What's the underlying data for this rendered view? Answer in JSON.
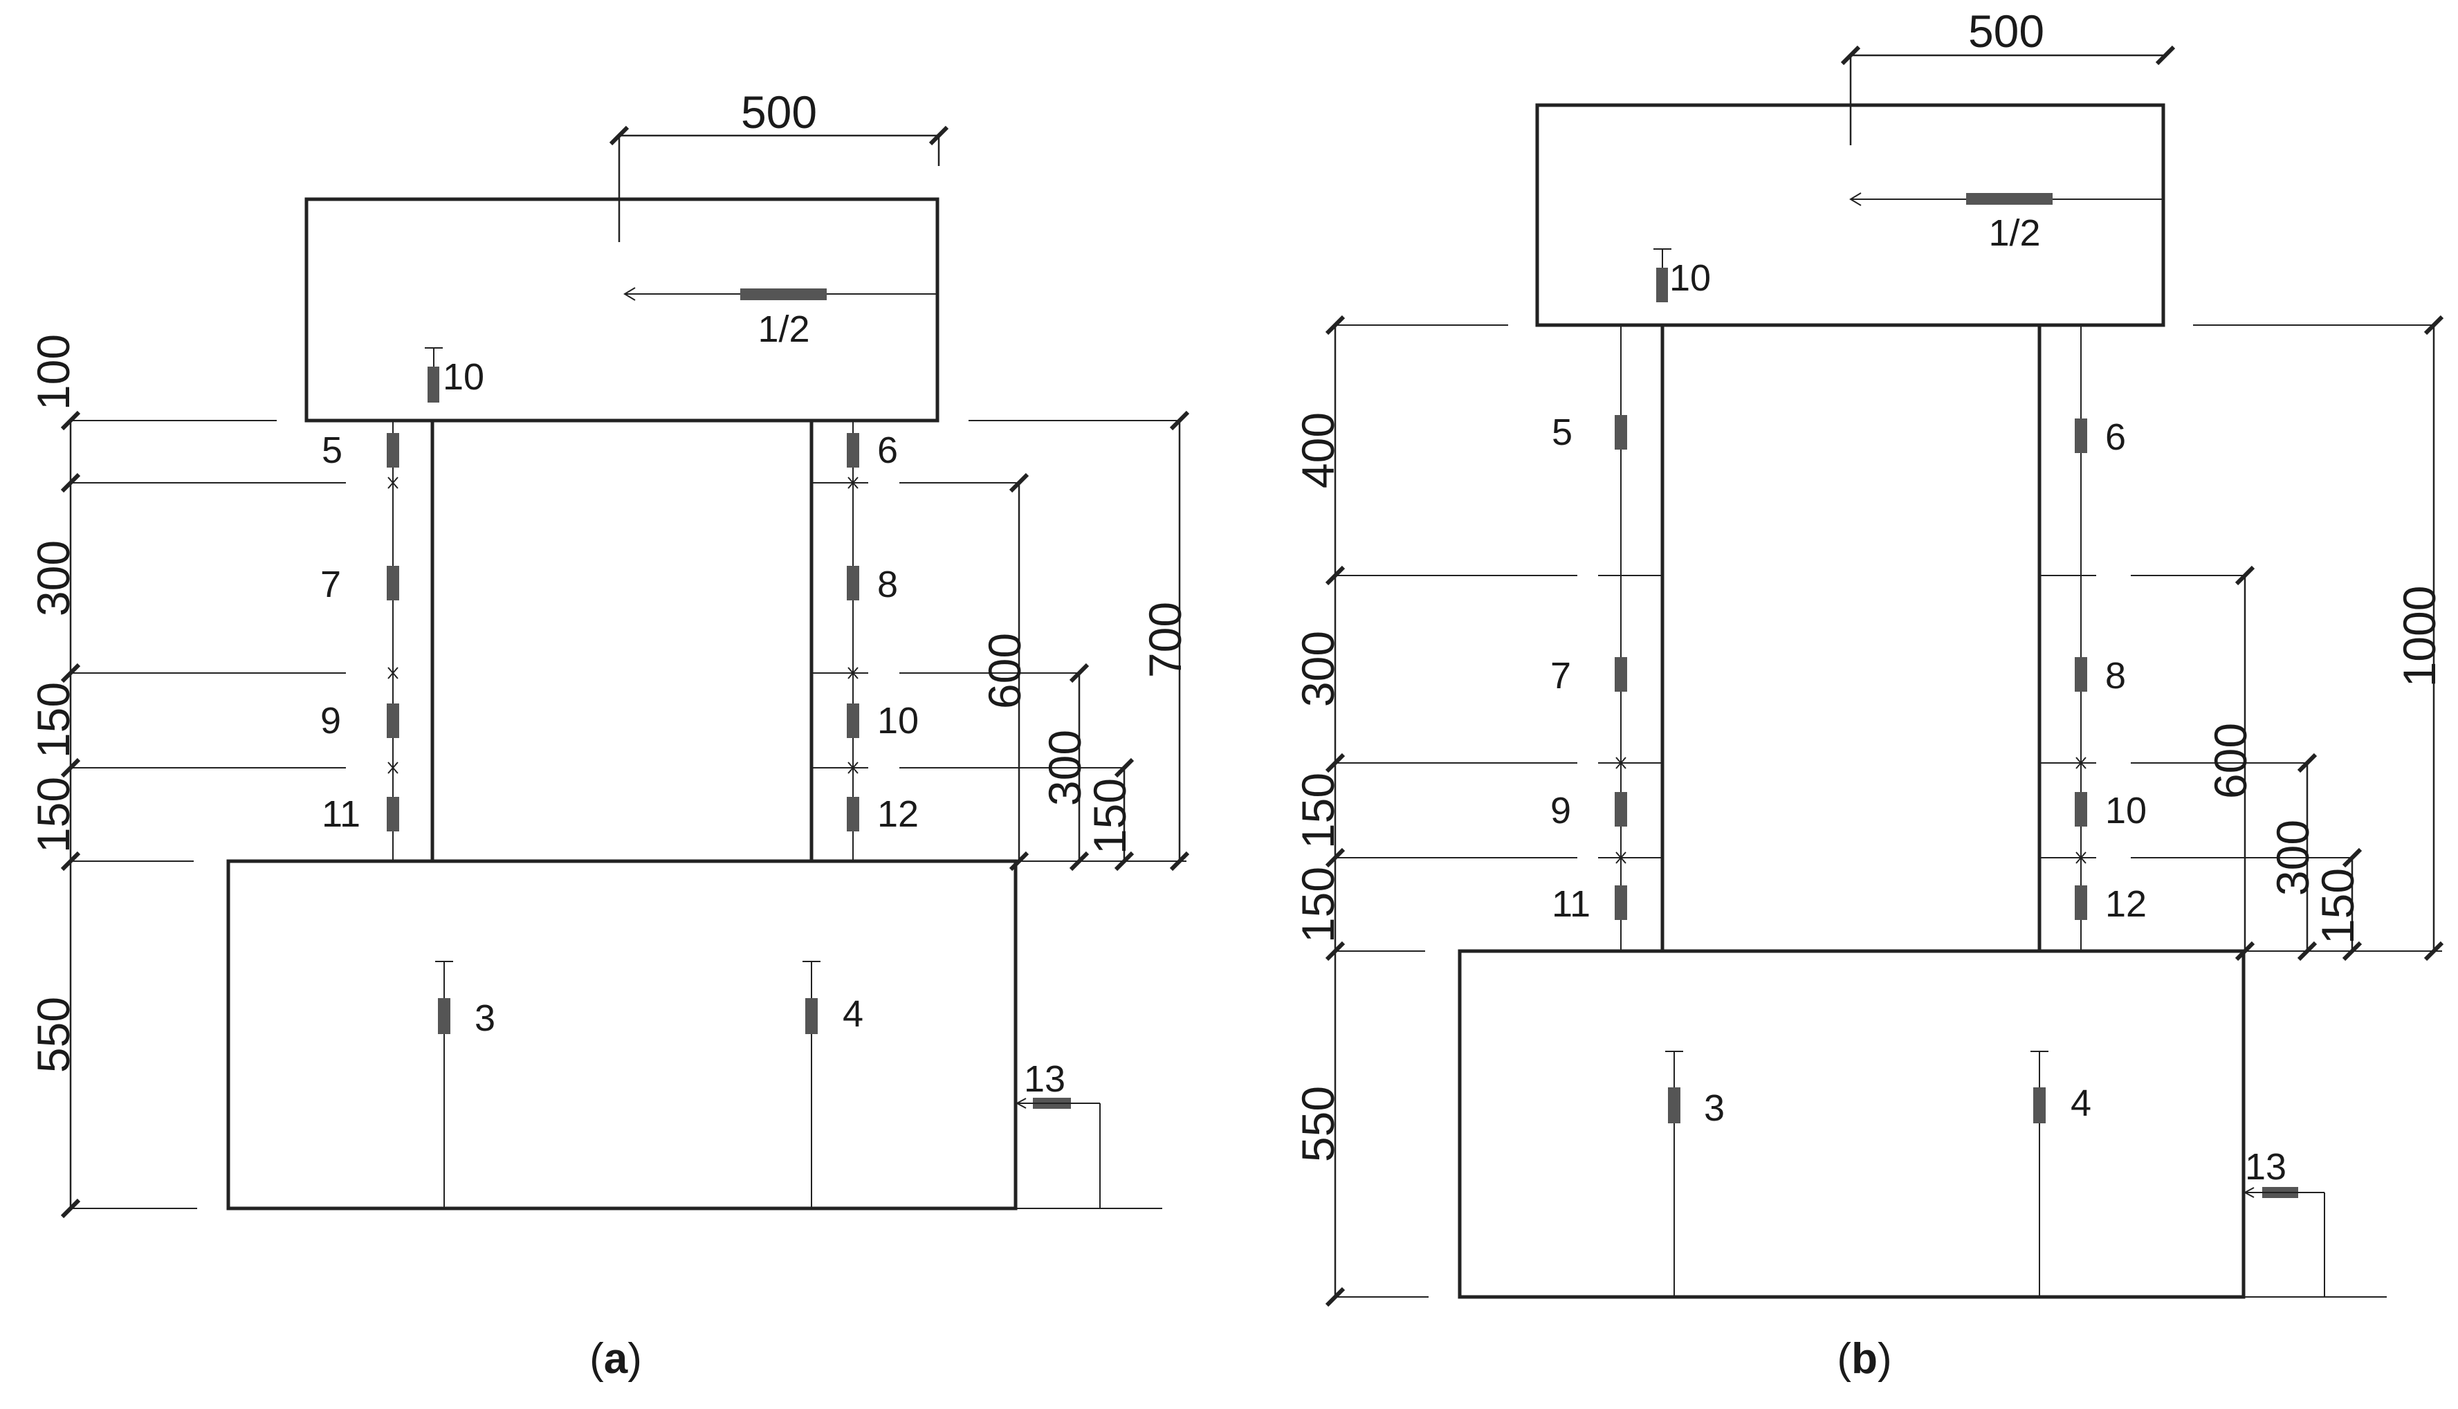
{
  "panels": [
    {
      "id": "a",
      "caption_letter": "a",
      "top_dim": "500",
      "sensor_1_2": "1/2",
      "sensor_10_top": "10",
      "left_dims": [
        "100",
        "300",
        "150",
        "150",
        "550"
      ],
      "right_dims": [
        "700",
        "600",
        "300",
        "150"
      ],
      "wall_left_sensors": [
        "5",
        "7",
        "9",
        "11"
      ],
      "wall_right_sensors": [
        "6",
        "8",
        "10",
        "12"
      ],
      "base_sensors": [
        "3",
        "4"
      ],
      "side_sensor": "13"
    },
    {
      "id": "b",
      "caption_letter": "b",
      "top_dim": "500",
      "sensor_1_2": "1/2",
      "sensor_10_top": "10",
      "left_dims": [
        "400",
        "300",
        "150",
        "150",
        "550"
      ],
      "right_dims": [
        "1000",
        "600",
        "300",
        "150"
      ],
      "wall_left_sensors": [
        "5",
        "7",
        "9",
        "11"
      ],
      "wall_right_sensors": [
        "6",
        "8",
        "10",
        "12"
      ],
      "base_sensors": [
        "3",
        "4"
      ],
      "side_sensor": "13"
    }
  ]
}
